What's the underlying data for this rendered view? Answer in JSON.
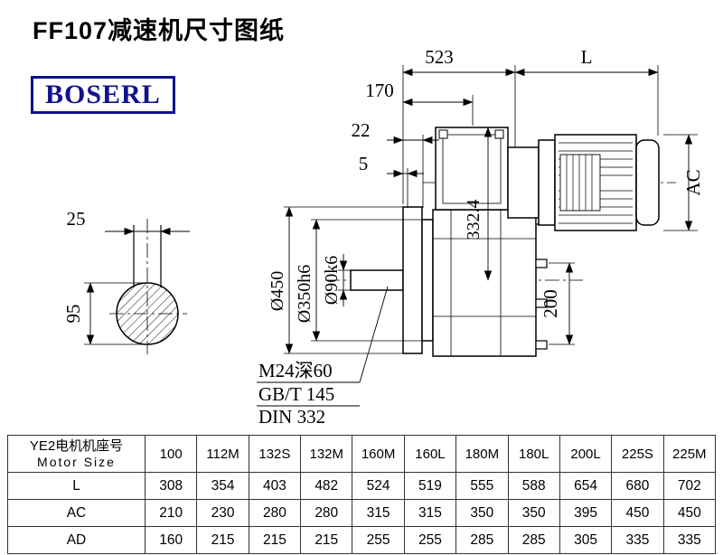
{
  "page": {
    "title": "FF107减速机尺寸图纸"
  },
  "logo": {
    "text": "BOSERL",
    "color": "#10128f"
  },
  "drawing": {
    "dims": {
      "overall_width": "523",
      "motor_length": "L",
      "offset_170": "170",
      "offset_22": "22",
      "offset_5": "5",
      "key_width": "25",
      "section_height": "95",
      "motor_diameter": "AC",
      "center_height": "332.4",
      "flange_outer_dia": "Ø450",
      "spigot_dia": "Ø350h6",
      "shaft_dia": "Ø90k6",
      "side_height": "200"
    },
    "notes": {
      "tap": "M24深60",
      "gb": "GB/T 145",
      "din": "DIN 332"
    }
  },
  "table": {
    "header_cn": "YE2电机机座号",
    "header_en": "Motor Size",
    "sizes": [
      "100",
      "112M",
      "132S",
      "132M",
      "160M",
      "160L",
      "180M",
      "180L",
      "200L",
      "225S",
      "225M"
    ],
    "rows": [
      {
        "label": "L",
        "values": [
          "308",
          "354",
          "403",
          "482",
          "524",
          "519",
          "555",
          "588",
          "654",
          "680",
          "702"
        ]
      },
      {
        "label": "AC",
        "values": [
          "210",
          "230",
          "280",
          "280",
          "315",
          "315",
          "350",
          "350",
          "395",
          "450",
          "450"
        ]
      },
      {
        "label": "AD",
        "values": [
          "160",
          "215",
          "215",
          "215",
          "255",
          "255",
          "285",
          "285",
          "305",
          "335",
          "335"
        ]
      }
    ]
  }
}
